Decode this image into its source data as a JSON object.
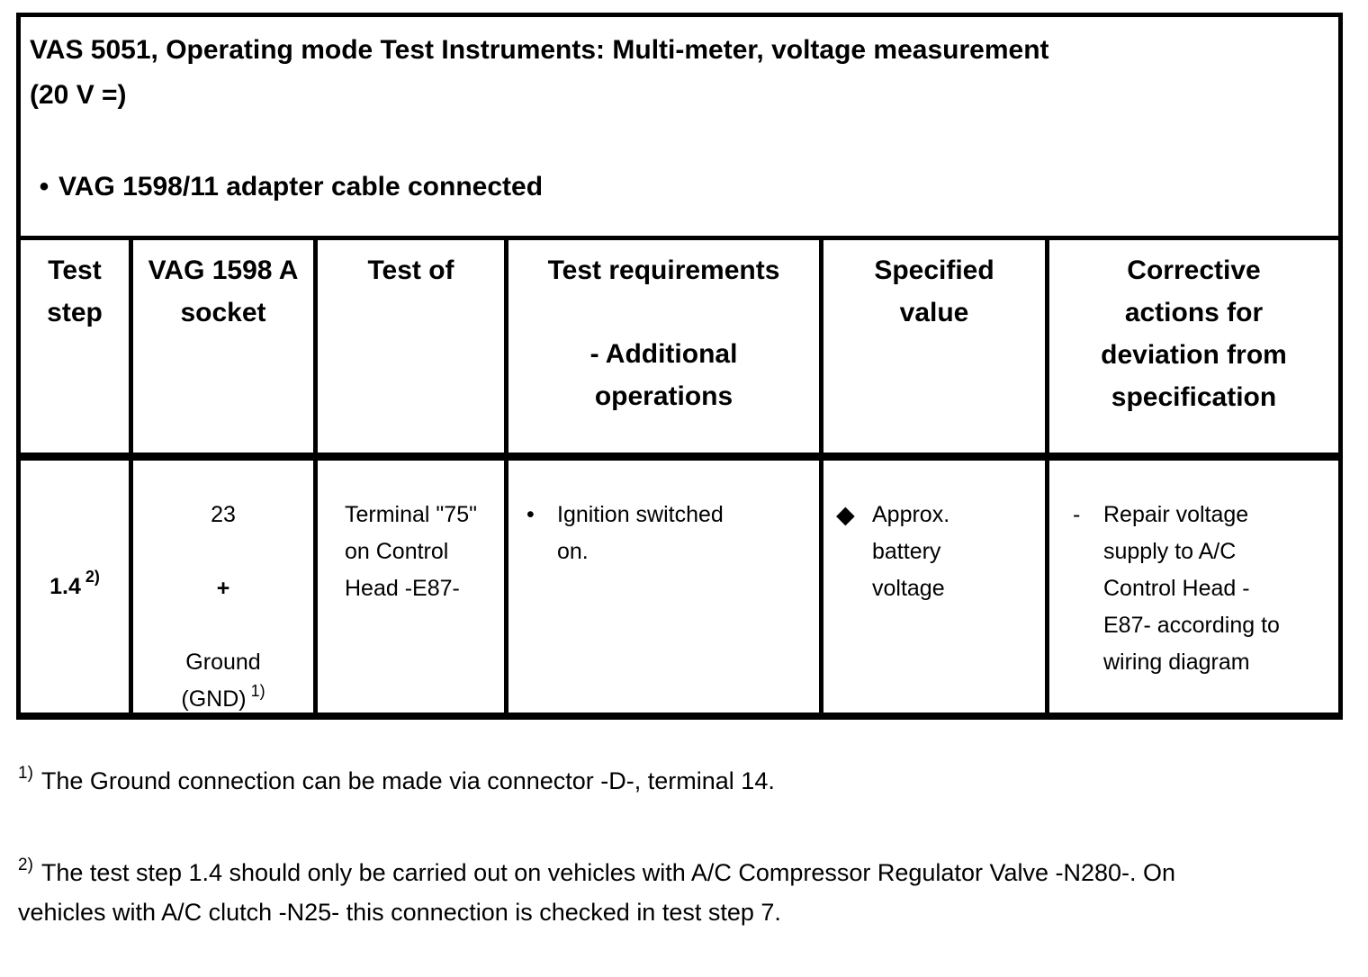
{
  "info_box": {
    "title": "VAS 5051, Operating mode Test Instruments: Multi-meter, voltage measurement (20 V =)",
    "bullet_glyph": "•",
    "bullet_text": "VAG 1598/11 adapter cable connected"
  },
  "table": {
    "headers": {
      "test_step": "Test step",
      "socket": "VAG 1598 A socket",
      "test_of": "Test of",
      "requirements": "Test requirements",
      "requirements_sub": "- Additional operations",
      "specified": "Specified value",
      "corrective": "Corrective actions for deviation from specification"
    },
    "row": {
      "test_step": "1.4",
      "test_step_sup": "2)",
      "socket_pin": "23",
      "socket_plus": "+",
      "socket_ground": "Ground",
      "socket_gnd": "(GND)",
      "socket_gnd_sup": "1)",
      "test_of": "Terminal \"75\" on Control Head -E87-",
      "requirement_bullet": "•",
      "requirement": "Ignition switched on.",
      "specified_bullet": "◆",
      "specified": "Approx. battery voltage",
      "corrective_bullet": "-",
      "corrective": "Repair voltage supply to A/C Control Head -E87- according to wiring diagram"
    }
  },
  "footnotes": [
    {
      "marker": "1)",
      "text": "The Ground connection can be made via connector -D-, terminal 14."
    },
    {
      "marker": "2)",
      "text": "The test step 1.4 should only be carried out on vehicles with A/C Compressor Regulator Valve -N280-. On vehicles with A/C clutch -N25- this connection is checked in test step 7."
    }
  ],
  "colors": {
    "ink": "#000000",
    "paper": "#ffffff"
  }
}
